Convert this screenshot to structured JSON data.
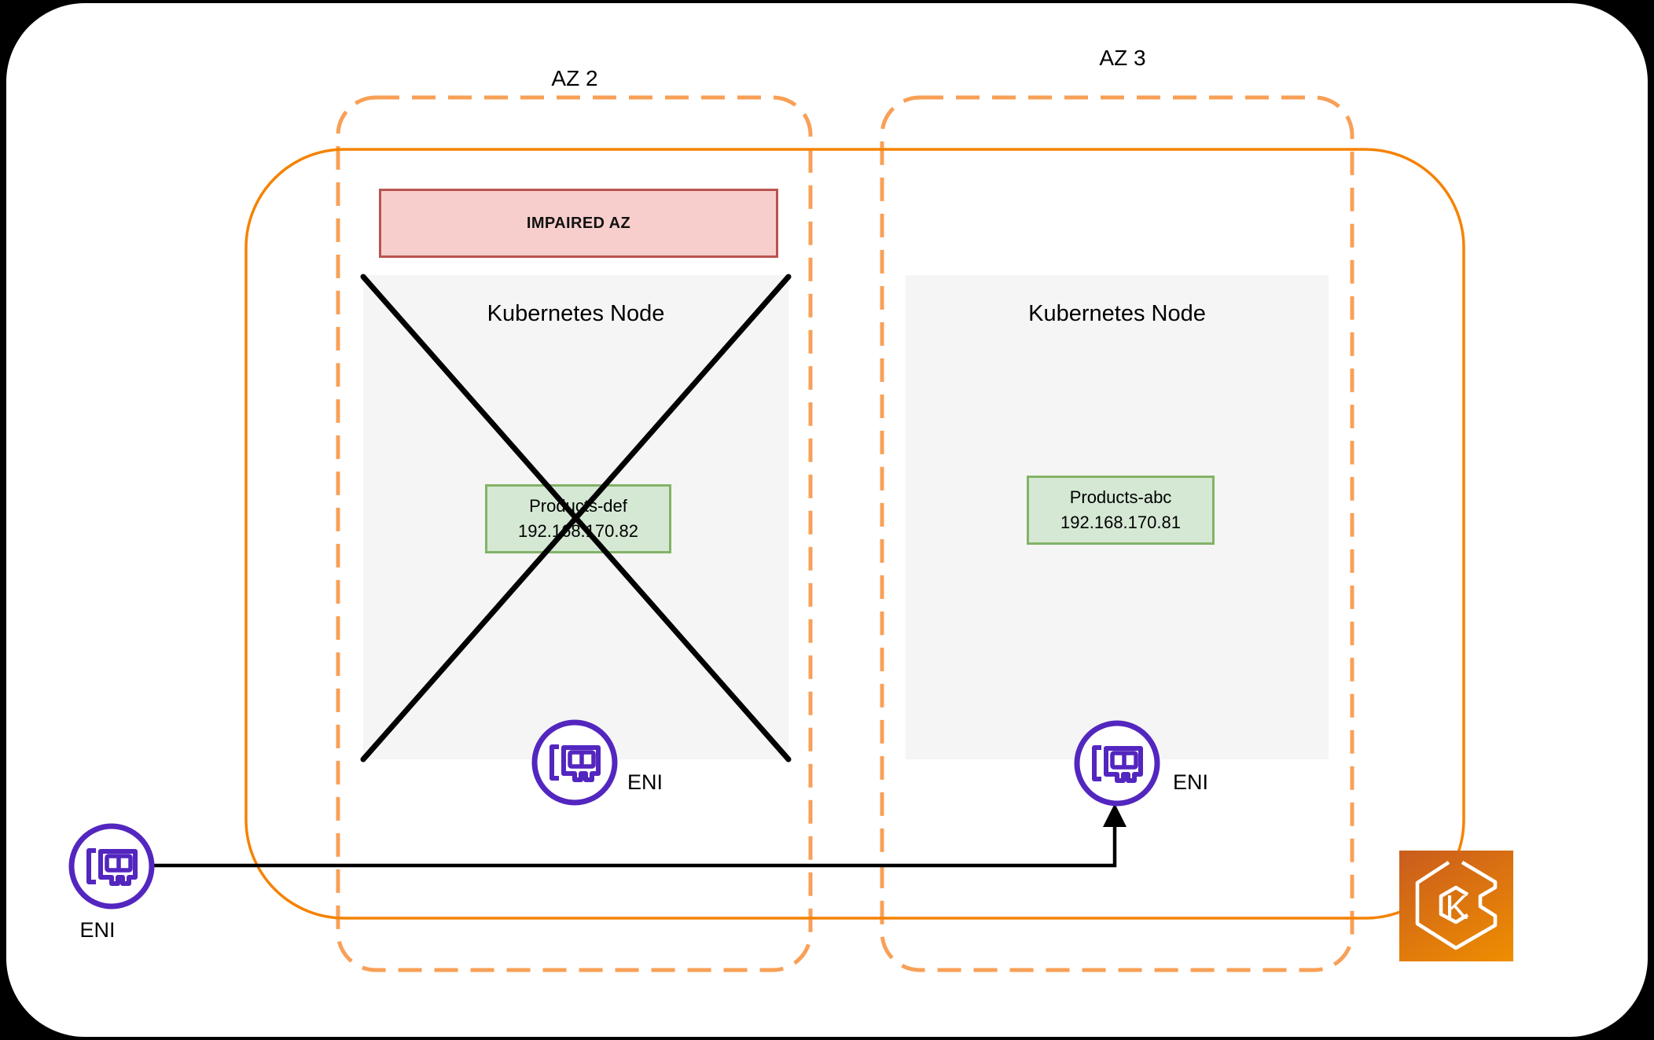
{
  "diagram": {
    "zones": [
      {
        "label": "AZ 2",
        "impaired": true,
        "impaired_banner": "IMPAIRED AZ",
        "node": {
          "title": "Kubernetes Node",
          "crossed_out": true,
          "pod_name": "Products-def",
          "pod_ip": "192.168.170.82",
          "eni_label": "ENI"
        }
      },
      {
        "label": "AZ 3",
        "impaired": false,
        "impaired_banner": "",
        "node": {
          "title": "Kubernetes Node",
          "crossed_out": false,
          "pod_name": "Products-abc",
          "pod_ip": "192.168.170.81",
          "eni_label": "ENI"
        }
      }
    ],
    "external_eni": {
      "label": "ENI"
    },
    "eks": {
      "letter": "K"
    },
    "icons": [
      "eni-icon",
      "eks-icon",
      "cross-out-x",
      "attach-arrow"
    ],
    "colors": {
      "canvas_background": "#000000",
      "page_background": "#FFFFFF",
      "az_dashed_border": "#F8A057",
      "cluster_border": "#F58200",
      "impaired_fill": "#F8CECC",
      "impaired_border": "#B85450",
      "node_fill": "#F5F5F5",
      "pod_fill": "#D5E8D4",
      "pod_border": "#82B366",
      "eni_purple": "#5326BF",
      "eks_gradient_start": "#C95C1E",
      "eks_gradient_end": "#EF8E00",
      "cross_and_arrow": "#000000"
    }
  }
}
